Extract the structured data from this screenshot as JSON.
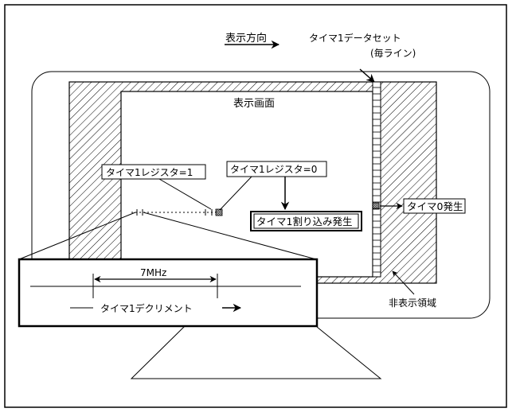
{
  "labels": {
    "display_direction": "表示方向",
    "timer1_data_set": "タイマ1データセット",
    "every_line": "(毎ライン)",
    "display_screen": "表示画面",
    "timer1_register_1": "タイマ1レジスタ=1",
    "timer1_register_0": "タイマ1レジスタ=0",
    "timer1_interrupt": "タイマ1割り込み発生",
    "timer0_occur": "タイマ0発生",
    "non_display_area": "非表示領域",
    "frequency": "7MHz",
    "timer1_decrement": "タイマ1デクリメント"
  }
}
